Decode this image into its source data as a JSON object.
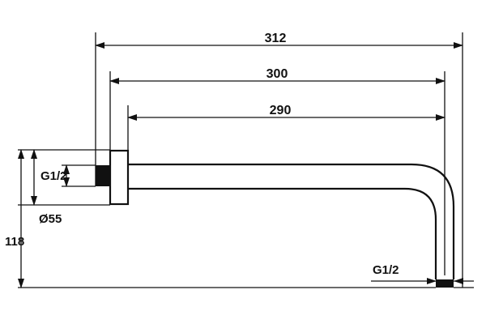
{
  "dimensions": {
    "overall_length": "312",
    "length_to_centerline": "300",
    "tube_length": "290",
    "height": "118",
    "thread_inlet": "G1/2",
    "flange_diameter": "Ø55",
    "thread_outlet": "G1/2"
  }
}
